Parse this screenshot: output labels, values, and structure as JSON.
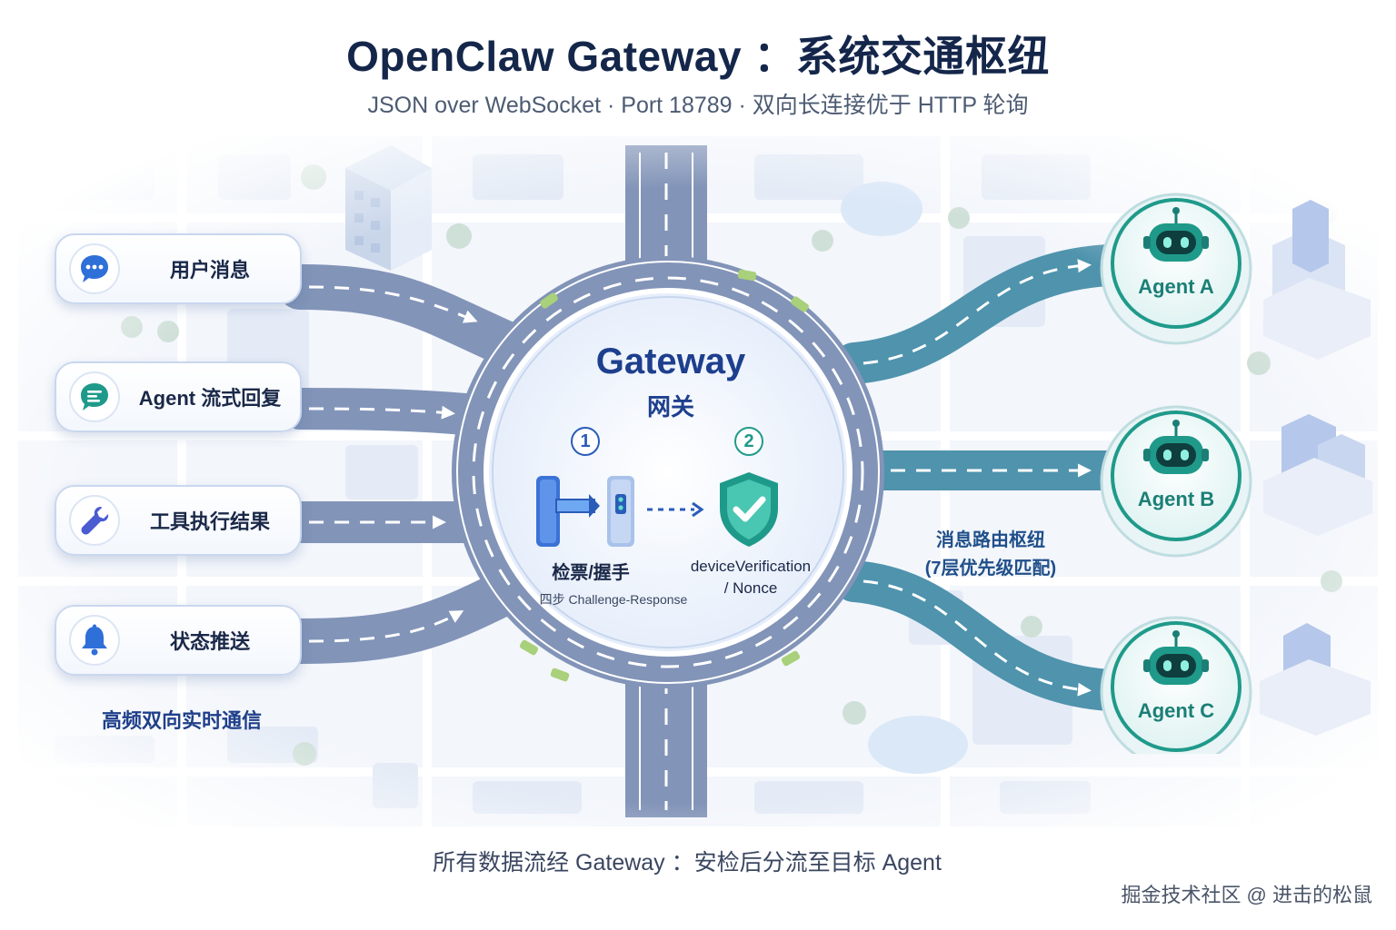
{
  "header": {
    "title": "OpenClaw Gateway ：系统交通枢纽",
    "subtitle": "JSON over WebSocket · Port 18789 · 双向长连接优于 HTTP 轮询"
  },
  "inputs": {
    "items": [
      {
        "label": "用户消息",
        "icon": "chat-bubble-icon",
        "color": "#2f6fd8"
      },
      {
        "label": "Agent 流式回复",
        "icon": "message-lines-icon",
        "color": "#1f9a8a"
      },
      {
        "label": "工具执行结果",
        "icon": "wrench-icon",
        "color": "#4b5bd1"
      },
      {
        "label": "状态推送",
        "icon": "bell-icon",
        "color": "#2f6fd8"
      }
    ],
    "note": "高频双向实时通信"
  },
  "gateway": {
    "title": "Gateway",
    "subtitle": "网关",
    "steps": [
      {
        "number": "1",
        "label": "检票/握手",
        "description": "四步 Challenge-Response",
        "icon": "turnstile-icon"
      },
      {
        "number": "2",
        "label_line1": "deviceVerification",
        "label_line2": "/ Nonce",
        "icon": "shield-check-icon"
      }
    ]
  },
  "router": {
    "line1": "消息路由枢纽",
    "line2": "(7层优先级匹配)"
  },
  "agents": [
    {
      "label": "Agent A",
      "icon": "robot-icon"
    },
    {
      "label": "Agent B",
      "icon": "robot-icon"
    },
    {
      "label": "Agent C",
      "icon": "robot-icon"
    }
  ],
  "footer": "所有数据流经 Gateway ：安检后分流至目标 Agent",
  "watermark": "掘金技术社区 @ 进击的松鼠",
  "colors": {
    "road": "#8294b8",
    "road_out": "#4f93ad",
    "title": "#14264a",
    "gateway_blue": "#1d3f8e",
    "agent_teal": "#1b7f76"
  }
}
